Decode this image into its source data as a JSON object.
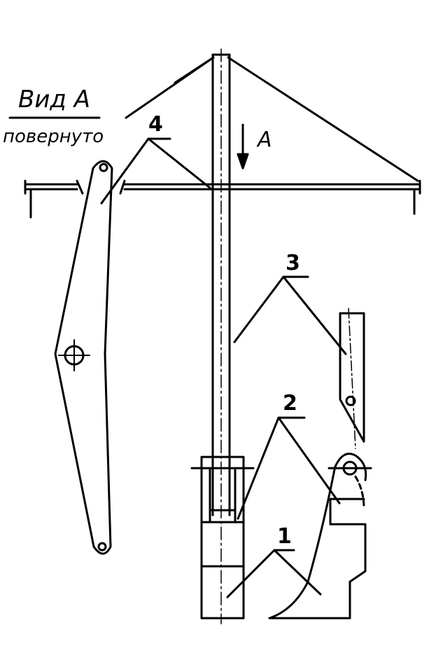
{
  "view": {
    "title": "Вид А",
    "subtitle": "повернуто",
    "arrow_letter": "А"
  },
  "callouts": [
    "1",
    "2",
    "3",
    "4"
  ],
  "colors": {
    "ink": "#000000",
    "paper": "#ffffff"
  }
}
